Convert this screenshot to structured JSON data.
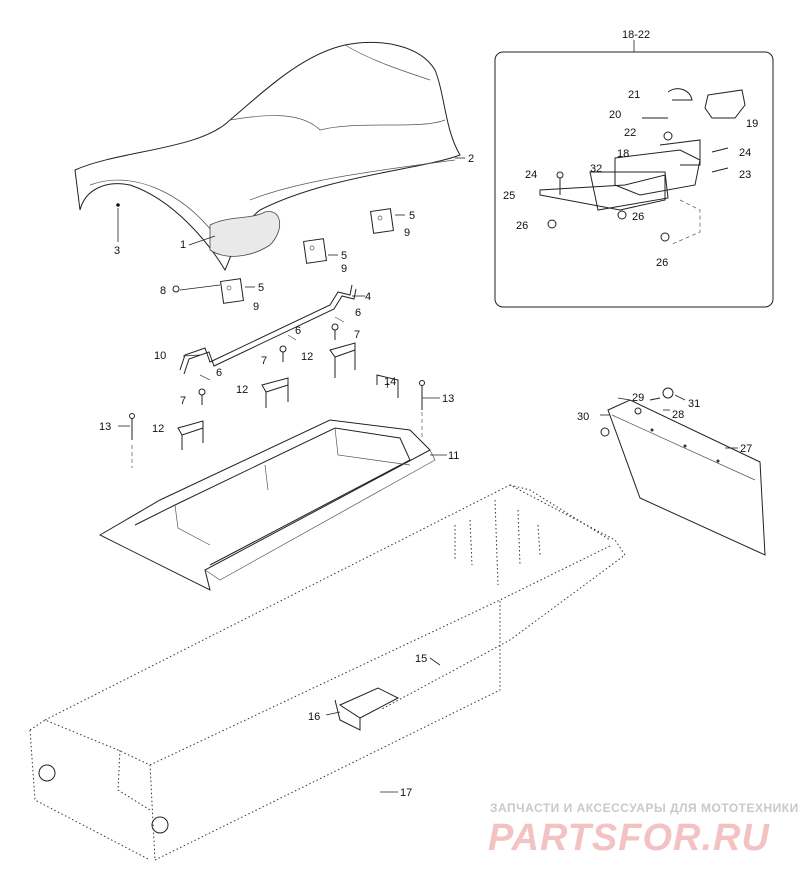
{
  "callouts": {
    "c1": "1",
    "c2": "2",
    "c3": "3",
    "c4": "4",
    "c5a": "5",
    "c5b": "5",
    "c5c": "5",
    "c6a": "6",
    "c6b": "6",
    "c6c": "6",
    "c7a": "7",
    "c7b": "7",
    "c7c": "7",
    "c8": "8",
    "c9a": "9",
    "c9b": "9",
    "c9c": "9",
    "c10": "10",
    "c11": "11",
    "c12a": "12",
    "c12b": "12",
    "c12c": "12",
    "c13a": "13",
    "c13b": "13",
    "c14": "14",
    "c15": "15",
    "c16": "16",
    "c17": "17",
    "c18": "18",
    "c19": "19",
    "c20": "20",
    "c21": "21",
    "c22": "22",
    "c23": "23",
    "c24a": "24",
    "c24b": "24",
    "c25": "25",
    "c26a": "26",
    "c26b": "26",
    "c26c": "26",
    "c27": "27",
    "c28": "28",
    "c29": "29",
    "c30": "30",
    "c31": "31",
    "c32": "32",
    "inset": "18-22"
  },
  "watermark": {
    "tagline": "ЗАПЧАСТИ И АКСЕССУАРЫ ДЛЯ МОТОТЕХНИКИ",
    "brand": "PARTSFOR.RU"
  }
}
